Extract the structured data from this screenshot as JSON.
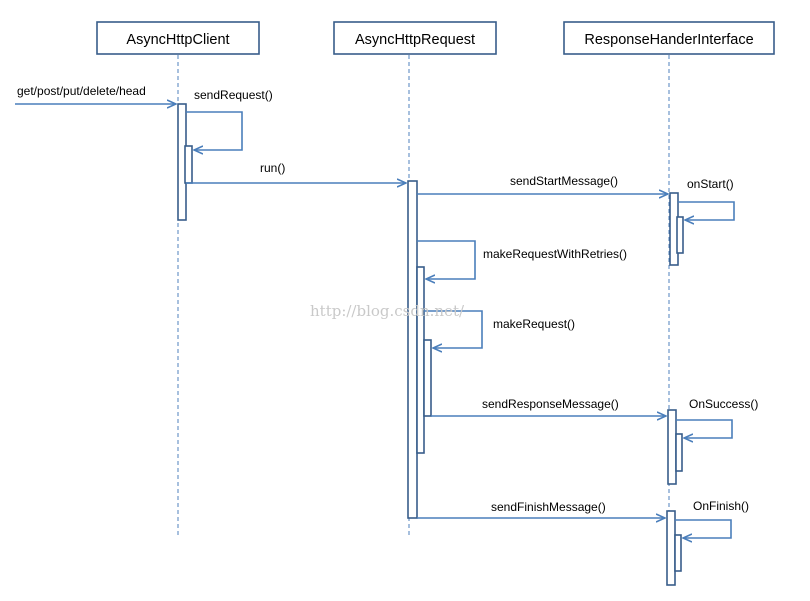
{
  "lifelines": {
    "client": "AsyncHttpClient",
    "request": "AsyncHttpRequest",
    "handler": "ResponseHanderInterface"
  },
  "messages": {
    "entry": "get/post/put/delete/head",
    "send_request": "sendRequest()",
    "run": "run()",
    "send_start": "sendStartMessage()",
    "on_start": "onStart()",
    "make_request_with_retries": "makeRequestWithRetries()",
    "make_request": "makeRequest()",
    "send_response": "sendResponseMessage()",
    "on_success": "OnSuccess()",
    "send_finish": "sendFinishMessage()",
    "on_finish": "OnFinish()"
  },
  "watermark": "http://blog.csdn.net/",
  "colors": {
    "box_border": "#385d8a",
    "arrow": "#4a7ebb",
    "lifeline": "#4f81bd"
  }
}
